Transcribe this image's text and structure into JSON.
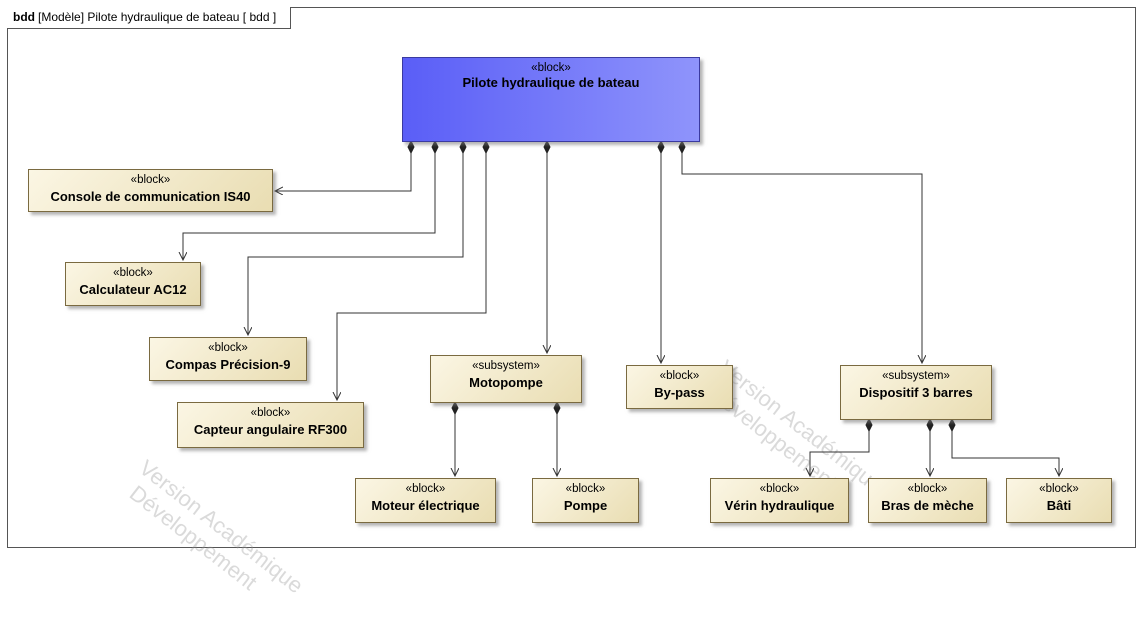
{
  "frame": {
    "kind": "bdd",
    "title": "[Modèle] Pilote hydraulique de bateau [ bdd ]"
  },
  "blocks": {
    "main": {
      "stereotype": "«block»",
      "name": "Pilote hydraulique de bateau"
    },
    "console": {
      "stereotype": "«block»",
      "name": "Console de communication IS40"
    },
    "calculateur": {
      "stereotype": "«block»",
      "name": "Calculateur AC12"
    },
    "compas": {
      "stereotype": "«block»",
      "name": "Compas Précision-9"
    },
    "capteur": {
      "stereotype": "«block»",
      "name": "Capteur angulaire RF300"
    },
    "motopompe": {
      "stereotype": "«subsystem»",
      "name": "Motopompe"
    },
    "bypass": {
      "stereotype": "«block»",
      "name": "By-pass"
    },
    "dispositif": {
      "stereotype": "«subsystem»",
      "name": "Dispositif 3 barres"
    },
    "moteur": {
      "stereotype": "«block»",
      "name": "Moteur électrique"
    },
    "pompe": {
      "stereotype": "«block»",
      "name": "Pompe"
    },
    "verin": {
      "stereotype": "«block»",
      "name": "Vérin hydraulique"
    },
    "bras": {
      "stereotype": "«block»",
      "name": "Bras de mèche"
    },
    "bati": {
      "stereotype": "«block»",
      "name": "Bâti"
    }
  },
  "watermarks": [
    {
      "line1": "Version Académique",
      "line2": "Développement"
    },
    {
      "line1": "Version Académique",
      "line2": "Développement"
    }
  ],
  "colors": {
    "main_block": "#6a6ef8",
    "block": "#efe5c2",
    "line": "#333333"
  }
}
